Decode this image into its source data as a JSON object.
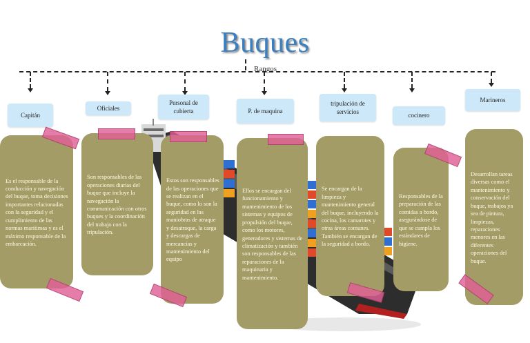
{
  "title": "Buques",
  "subtitle": "Rangos",
  "colors": {
    "title": "#3a7fc0",
    "label_bg": "#cde8f8",
    "card_bg": "#a49c66",
    "tape": "#e15f96"
  },
  "ranks": [
    {
      "label": "Capitán",
      "description": "Es el responsable de la conducción y navegación del buque, toma decisiones importantes relacionadas con la seguridad y el cumplimiento de las normas marítimas y es el máximo responsable de la embarcación."
    },
    {
      "label": "Oficiales",
      "description": "Son responsables de las operaciones diarias del buque que incluye la navegación la communicación con otros buques y la coordinación del trabajo con la tripulación."
    },
    {
      "label": "Personal de cubierta",
      "description": "Estos son responsables de las operaciones que se realizan en el buque, como lo son la seguridad en las maniobras de atraque y desatraque, la carga y descargas de mercancías y mantenimiento del equipo"
    },
    {
      "label": "P. de maquina",
      "description": "Ellos se encargan del funcionamiento y mantenimiento de los sistemas y equipos de propulsión del buque, como los motores, generadores y sistemas de climatización y también son responsables de las reparaciones de la maquinaria y mantenimiento."
    },
    {
      "label": "tripulación de servicios",
      "description": "Se encargan de la limpieza y mantenimiento general del buque, incluyendo la cocina, los camarotes y otras áreas comunes. También se encargan de la seguridad a bordo."
    },
    {
      "label": "cocinero",
      "description": "Responsables de la preparación de las comidas a bordo, asegurándose de que se cumpla los estándares de higiene."
    },
    {
      "label": "Marineros",
      "description": "Desarrollan tareas diversas como el mantenimiento y conservación del buque, trabajos ya sea de pintura, limpiezas, reparaciones menores en las diferentes operaciones del buque."
    }
  ]
}
